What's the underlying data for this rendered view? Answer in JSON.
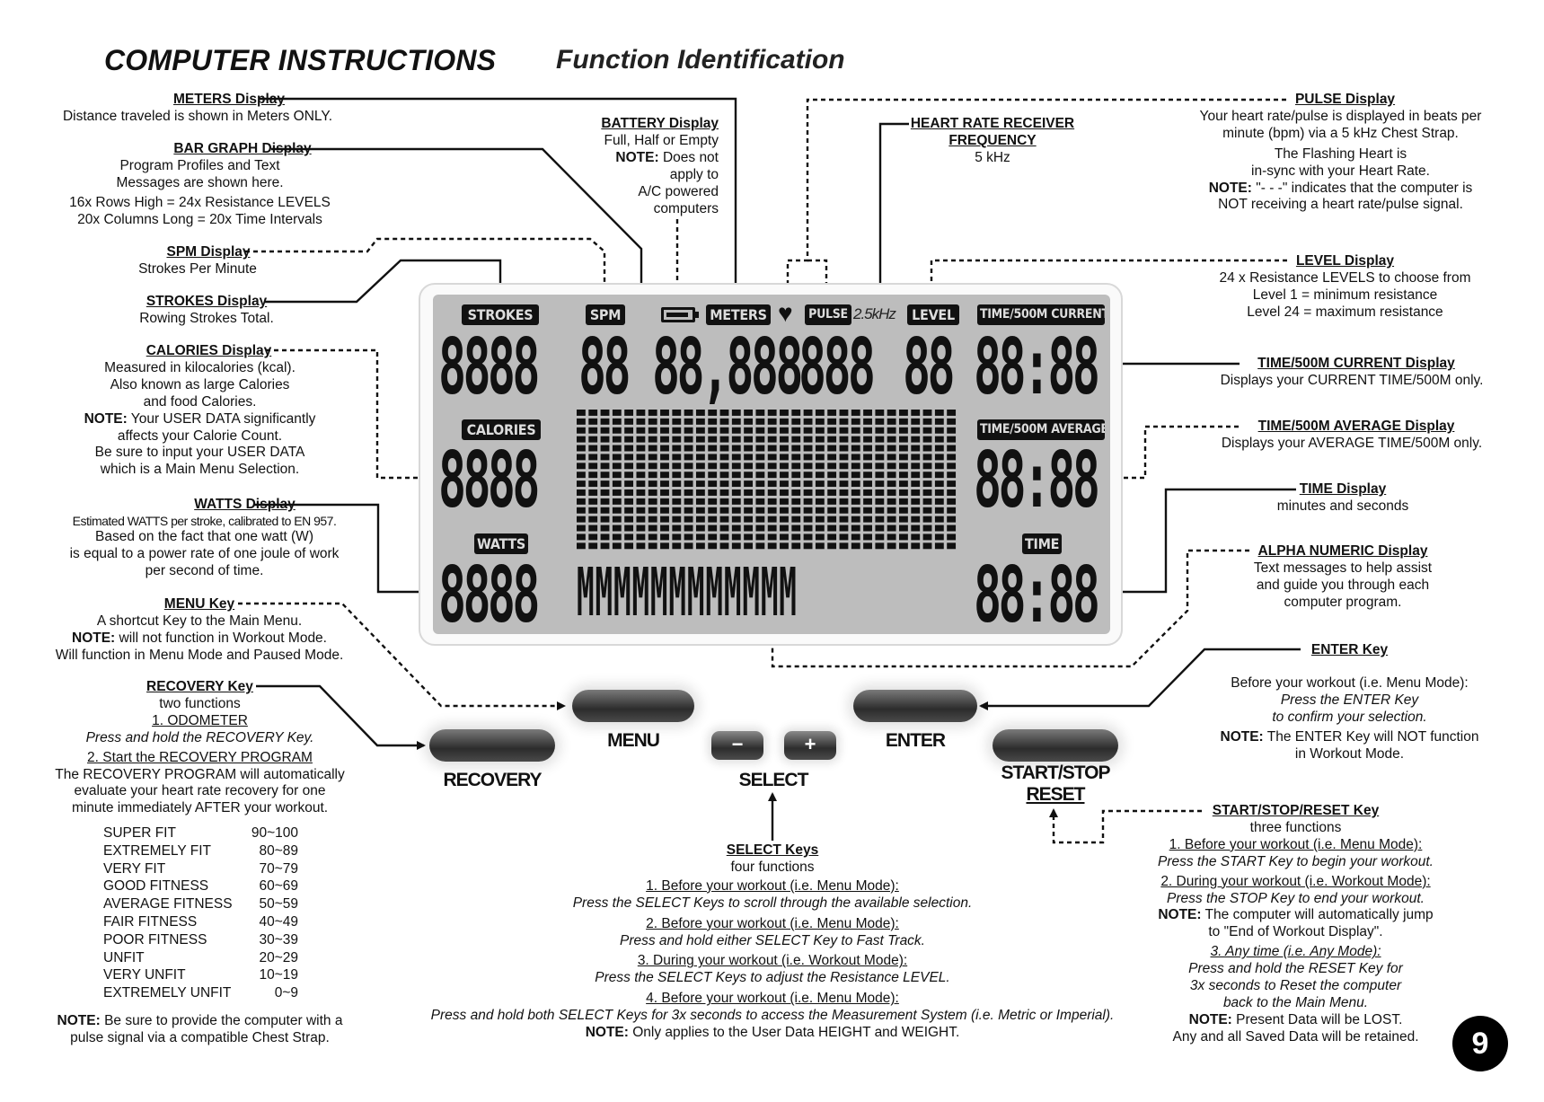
{
  "header": {
    "title": "COMPUTER INSTRUCTIONS",
    "subtitle": "Function Identification"
  },
  "meters": {
    "heading": "METERS Display",
    "lines": [
      "Distance traveled is shown in Meters ONLY."
    ]
  },
  "bargraph": {
    "heading": "BAR GRAPH Display",
    "lines": [
      "Program Profiles and Text",
      "Messages are shown here.",
      "16x Rows High = 24x Resistance LEVELS",
      "20x Columns Long = 20x Time Intervals"
    ]
  },
  "spm": {
    "heading": "SPM Display",
    "lines": [
      "Strokes Per Minute"
    ]
  },
  "strokes": {
    "heading": "STROKES Display",
    "lines": [
      "Rowing Strokes Total."
    ]
  },
  "calories": {
    "heading": "CALORIES Display",
    "lines": [
      "Measured in kilocalories (kcal).",
      "Also known as large Calories",
      "and food Calories."
    ],
    "note_label": "NOTE:",
    "note_text": " Your USER DATA significantly",
    "lines2": [
      "affects your Calorie Count.",
      "Be sure to input your USER DATA",
      "which is a Main Menu Selection."
    ]
  },
  "watts": {
    "heading": "WATTS Display",
    "lines": [
      "Estimated WATTS per stroke, calibrated to EN 957.",
      "Based on the fact that one watt (W)",
      "is equal to a power rate of one joule of work",
      "per second of time."
    ]
  },
  "menu": {
    "heading": "MENU Key",
    "lines": [
      "A shortcut Key to the Main Menu."
    ],
    "note_label": "NOTE:",
    "note_text": " will not function in Workout Mode.",
    "lines2": [
      "Will function in Menu Mode and Paused Mode."
    ]
  },
  "recovery": {
    "heading": "RECOVERY Key",
    "line1": "two functions",
    "opt1": "1. ODOMETER",
    "opt1_text": "Press and hold the RECOVERY Key.",
    "opt2": "2. Start the RECOVERY PROGRAM",
    "lines": [
      "The RECOVERY PROGRAM will automatically",
      "evaluate your heart rate recovery for one",
      "minute immediately AFTER your workout."
    ]
  },
  "fitness_table": [
    {
      "label": "SUPER FIT",
      "range": "90~100"
    },
    {
      "label": "EXTREMELY FIT",
      "range": "80~89"
    },
    {
      "label": "VERY FIT",
      "range": "70~79"
    },
    {
      "label": "GOOD FITNESS",
      "range": "60~69"
    },
    {
      "label": "AVERAGE FITNESS",
      "range": "50~59"
    },
    {
      "label": "FAIR FITNESS",
      "range": "40~49"
    },
    {
      "label": "POOR FITNESS",
      "range": "30~39"
    },
    {
      "label": "UNFIT",
      "range": "20~29"
    },
    {
      "label": "VERY UNFIT",
      "range": "10~19"
    },
    {
      "label": "EXTREMELY UNFIT",
      "range": "0~9"
    }
  ],
  "pulse_note": {
    "label": "NOTE:",
    "text": " Be sure to provide the computer with a",
    "line2": "pulse signal via a compatible Chest Strap."
  },
  "battery": {
    "heading": "BATTERY Display",
    "line1": "Full, Half or Empty",
    "note_label": "NOTE:",
    "note_text": " Does not",
    "lines": [
      "apply to",
      "A/C powered",
      "computers"
    ]
  },
  "hrr": {
    "heading1": "HEART RATE RECEIVER",
    "heading2": "FREQUENCY",
    "line": "5 kHz"
  },
  "pulse": {
    "heading": "PULSE Display",
    "lines": [
      "Your heart rate/pulse is displayed in beats per",
      "minute (bpm) via a 5 kHz Chest Strap."
    ],
    "lines2": [
      "The Flashing Heart is",
      "in-sync with your Heart Rate."
    ],
    "note_label": "NOTE:",
    "note_text": " \"- - -\" indicates that the computer is",
    "lines3": [
      "NOT receiving a heart rate/pulse signal."
    ]
  },
  "level": {
    "heading": "LEVEL Display",
    "lines": [
      "24 x Resistance LEVELS to choose from",
      "Level 1 = minimum resistance",
      "Level 24 = maximum resistance"
    ]
  },
  "t500c": {
    "heading": "TIME/500M CURRENT Display",
    "line": "Displays your CURRENT TIME/500M only."
  },
  "t500a": {
    "heading": "TIME/500M AVERAGE Display",
    "line": "Displays your AVERAGE TIME/500M only."
  },
  "time": {
    "heading": "TIME Display",
    "line": "minutes and seconds"
  },
  "alpha": {
    "heading": "ALPHA NUMERIC Display",
    "lines": [
      "Text messages to help assist",
      "and guide you through each",
      "computer program."
    ]
  },
  "enter": {
    "heading": "ENTER Key",
    "line1": "Before your workout (i.e. Menu Mode):",
    "it1": "Press the ENTER Key",
    "it2": "to confirm your selection.",
    "note_label": "NOTE:",
    "note_text": " The ENTER Key will NOT function",
    "line2": "in Workout Mode."
  },
  "startstop": {
    "heading": "START/STOP/RESET Key",
    "line1": "three functions",
    "o1": "1. Before your workout (i.e. Menu Mode):",
    "o1t": "Press the START Key to begin your workout.",
    "o2": "2. During your workout (i.e. Workout Mode):",
    "o2t": "Press the STOP Key to end your workout.",
    "note_label": "NOTE:",
    "note_text": " The computer will automatically jump",
    "note_line2": "to \"End of Workout Display\".",
    "o3": "3. Any time (i.e. Any Mode):",
    "o3t": [
      "Press and hold the RESET Key for",
      "3x seconds to Reset the computer",
      "back to the Main Menu."
    ],
    "note2_label": "NOTE:",
    "note2_text": " Present Data will be LOST.",
    "last": "Any and all Saved Data will be retained."
  },
  "select": {
    "heading": "SELECT Keys",
    "line1": "four functions",
    "o1": "1. Before your workout (i.e. Menu Mode):",
    "o1t": "Press the SELECT Keys to scroll through the available selection.",
    "o2": "2. Before your workout (i.e. Menu Mode):",
    "o2t": "Press and hold either SELECT Key to Fast Track.",
    "o3": "3. During your workout (i.e. Workout Mode):",
    "o3t": "Press the SELECT Keys to adjust the Resistance LEVEL.",
    "o4": "4. Before your workout (i.e. Menu Mode):",
    "o4t": "Press and hold both SELECT Keys for 3x seconds to access the Measurement System (i.e. Metric or Imperial).",
    "note_label": "NOTE:",
    "note_text": " Only applies to the User Data HEIGHT and WEIGHT."
  },
  "lcd": {
    "tags": {
      "strokes": "STROKES",
      "spm": "SPM",
      "meters": "METERS",
      "pulse": "PULSE",
      "khz": "2.5kHz",
      "level": "LEVEL",
      "t500c": "TIME/500M CURRENT",
      "calories": "CALORIES",
      "t500a": "TIME/500M AVERAGE",
      "watts": "WATTS",
      "time": "TIME"
    },
    "digits": {
      "strokes": "8888",
      "spm": "88",
      "meters": "88,888",
      "pulse": "888",
      "level": "88",
      "t500c": "88:88",
      "calories": "8888",
      "t500a": "88:88",
      "watts": "8888",
      "alpha": "MMMMMMMMMMMM",
      "time": "88:88"
    }
  },
  "keys": {
    "recovery": "RECOVERY",
    "menu": "MENU",
    "minus": "−",
    "plus": "+",
    "select": "SELECT",
    "enter": "ENTER",
    "start_stop": "START/STOP",
    "reset": "RESET"
  },
  "page_number": "9"
}
